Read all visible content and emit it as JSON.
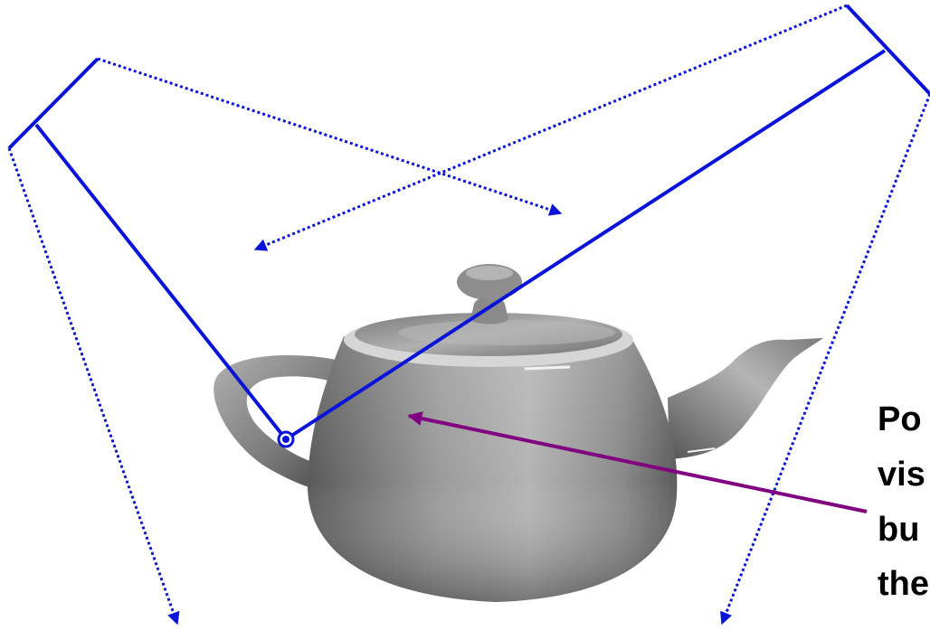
{
  "caption": {
    "lines": [
      "Po",
      "vis",
      "bu",
      "the"
    ]
  },
  "colors": {
    "camera_blue": "#0a14d8",
    "pointer_purple": "#800080",
    "teapot_dark": "#3a3a3a",
    "teapot_mid": "#8c8c8c",
    "teapot_light": "#d8d8d8"
  },
  "icons": {
    "left_camera": "camera-frustum-icon",
    "right_camera": "camera-frustum-icon",
    "teapot": "teapot-icon",
    "point": "point-marker-icon"
  }
}
